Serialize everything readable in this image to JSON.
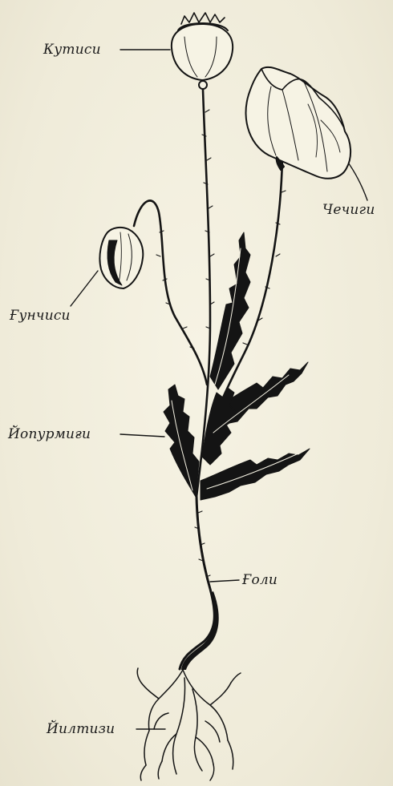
{
  "labels": {
    "capsule": "Кутиси",
    "flower": "Чечиги",
    "bud": "Ғунчиси",
    "leaf": "Йопурмиғи",
    "stem": "Ғоли",
    "root": "Йилтизи"
  }
}
